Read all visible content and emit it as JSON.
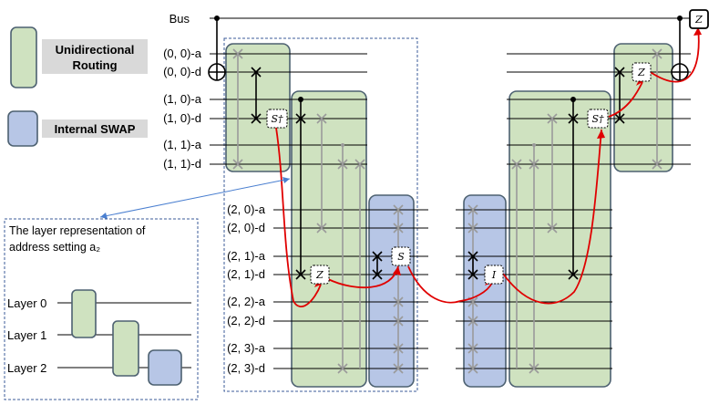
{
  "legend": {
    "routing_label_line1": "Unidirectional",
    "routing_label_line2": "Routing",
    "swap_label": "Internal SWAP",
    "routing_color": "#cfe2c0",
    "swap_color": "#b7c6e6"
  },
  "circuit": {
    "bus_label": "Bus",
    "upper_qubits": [
      "(0, 0)-a",
      "(0, 0)-d",
      "(1, 0)-a",
      "(1, 0)-d",
      "(1, 1)-a",
      "(1, 1)-d"
    ],
    "lower_qubits": [
      "(2, 0)-a",
      "(2, 0)-d",
      "(2, 1)-a",
      "(2, 1)-d",
      "(2, 2)-a",
      "(2, 2)-d",
      "(2, 3)-a",
      "(2, 3)-d"
    ],
    "gates": {
      "s_dagger_left": "S†",
      "z_mid": "Z",
      "s_swap": "S",
      "i_swap": "I",
      "s_dagger_right": "S†",
      "z_right": "Z",
      "z_bus": "Z"
    },
    "path_color": "#e00000"
  },
  "inset": {
    "title_line1": "The layer representation of",
    "title_line2": "address setting a₂",
    "layers": [
      "Layer 0",
      "Layer 1",
      "Layer 2"
    ]
  }
}
